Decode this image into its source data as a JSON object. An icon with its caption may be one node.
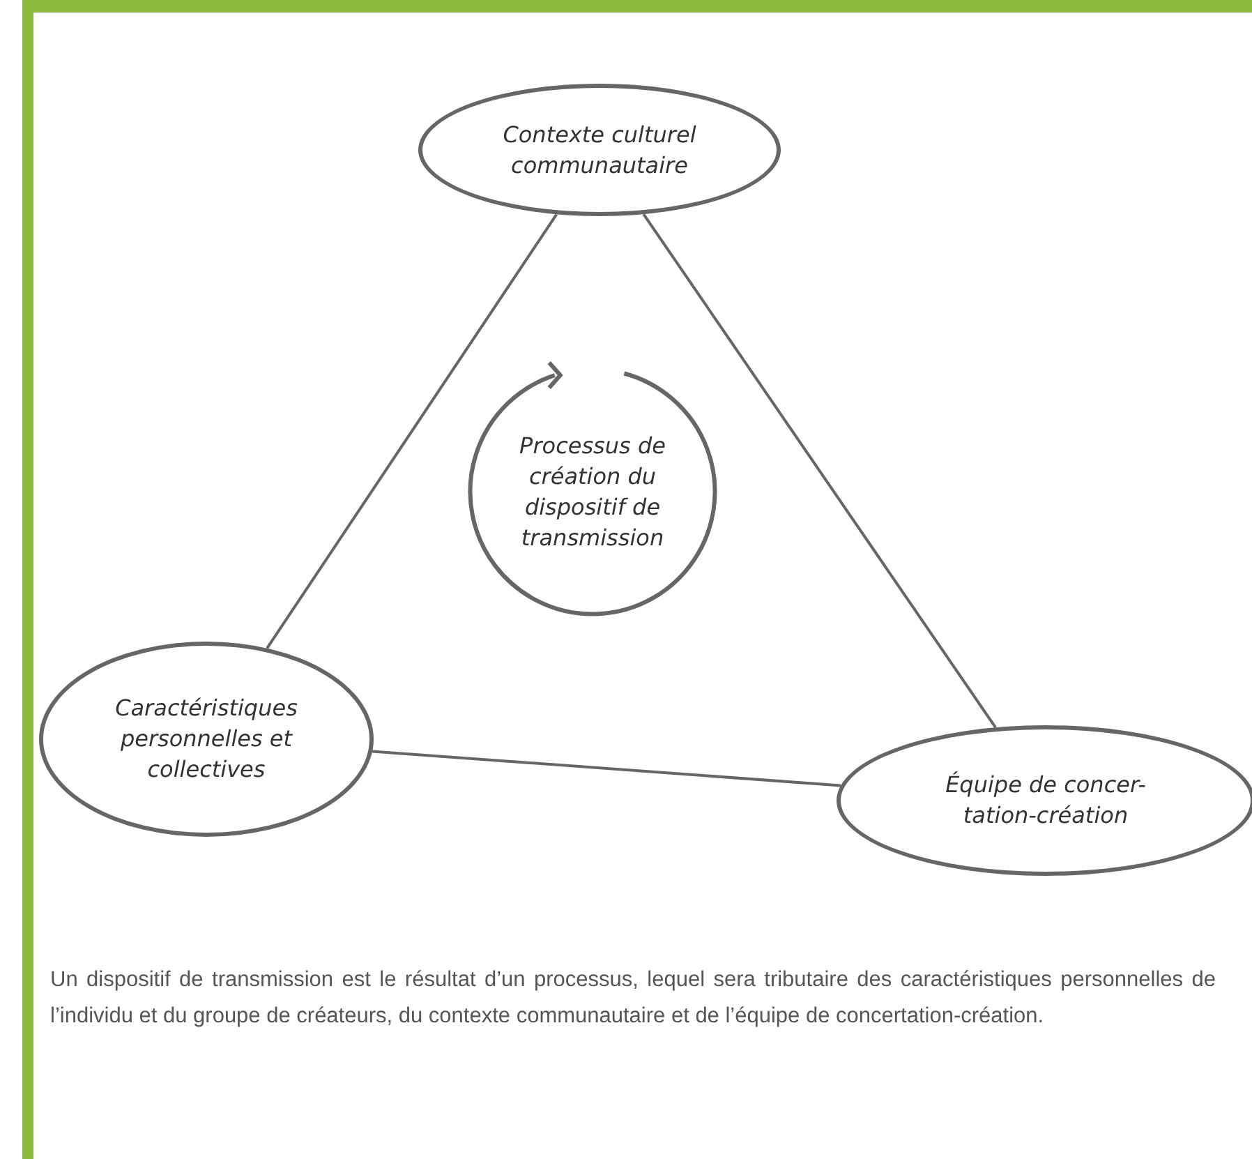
{
  "diagram": {
    "caption": "Un dispositif de transmission est le résultat d’un processus, lequel sera tributaire des caractéristiques personnelles de l’individu et du groupe de créateurs, du contexte communautaire et de l’équipe de concertation-création.",
    "nodes": [
      {
        "text": [
          "Contexte culturel communautaire"
        ]
      },
      {
        "text": [
          "Processus de création du dispositif de transmission"
        ]
      },
      {
        "text": [
          "Caractéristiques personnelles et collectives"
        ]
      },
      {
        "text": [
          "Équipe de concer- tation-création"
        ]
      }
    ],
    "edges": [
      {
        "from": 0,
        "to": 2,
        "arrow": "none"
      },
      {
        "from": 0,
        "to": 3,
        "arrow": "none"
      },
      {
        "from": 2,
        "to": 3,
        "arrow": "none"
      }
    ]
  }
}
